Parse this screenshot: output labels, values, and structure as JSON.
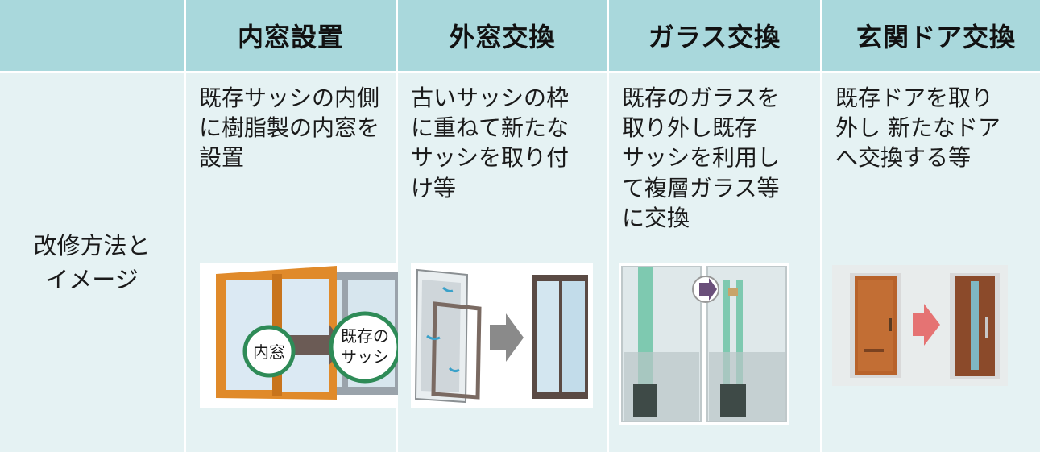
{
  "table": {
    "headers": [
      "内窓設置",
      "外窓交換",
      "ガラス交換",
      "玄関ドア交換"
    ],
    "row_label": "改修方法と\nイメージ",
    "descriptions": [
      "既存サッシの内側\nに樹脂製の内窓を\n設置",
      "古いサッシの枠\nに重ねて新たな\nサッシを取り付\nけ等",
      "既存のガラスを\n取り外し既存\nサッシを利用し\nて複層ガラス等\nに交換",
      "既存ドアを取り\n外し 新たなドア\nへ交換する等"
    ]
  },
  "illustration": {
    "inner_label": "内窓",
    "existing_label_1": "既存の",
    "existing_label_2": "サッシ"
  },
  "colors": {
    "header_bg": "#a9d8dc",
    "body_bg": "#e5f2f3",
    "circle": "#2e8b57",
    "frame_orange": "#e08a2a"
  }
}
